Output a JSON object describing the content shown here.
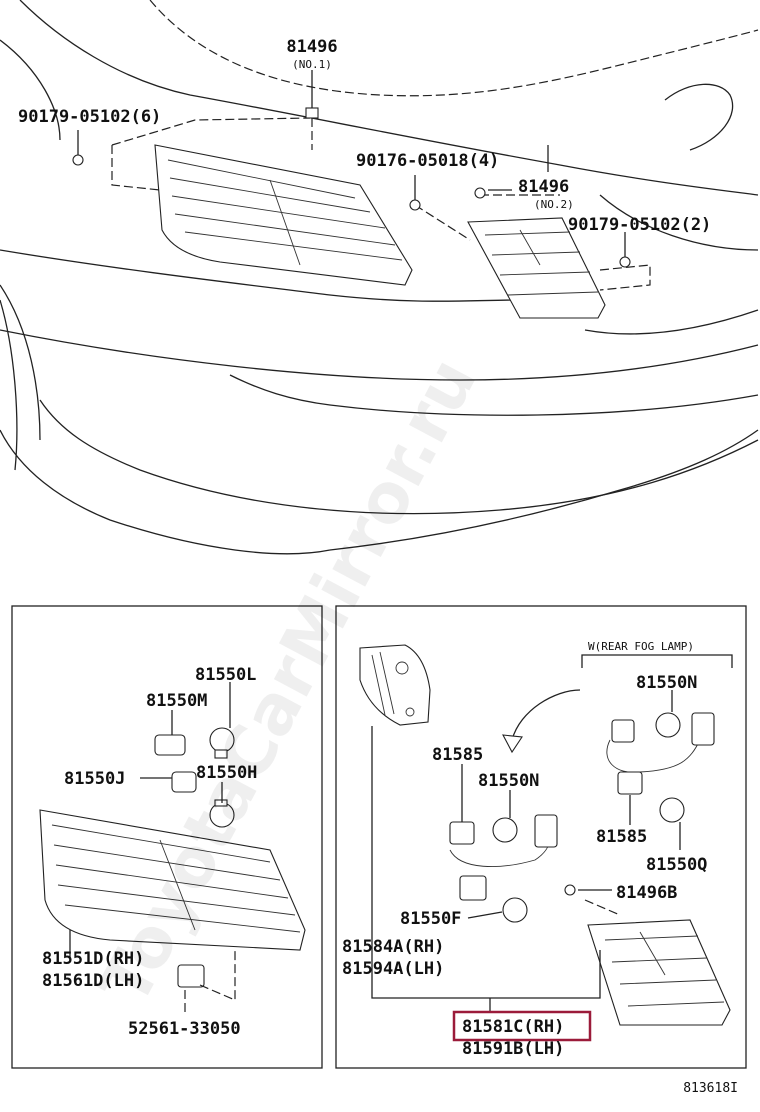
{
  "diagram_id": "813618I",
  "watermark": "ToyotaCarMirror.ru",
  "top": {
    "labels": {
      "p81496_top": "81496",
      "p81496_no1": "(NO.1)",
      "p90179_left": "90179-05102(6)",
      "p90176": "90176-05018(4)",
      "p81496_mid": "81496",
      "p81496_no2": "(NO.2)",
      "p90179_right": "90179-05102(2)"
    }
  },
  "left_box": {
    "labels": {
      "p81550L": "81550L",
      "p81550M": "81550M",
      "p81550J": "81550J",
      "p81550H": "81550H",
      "p81551D": "81551D(RH)",
      "p81561D": "81561D(LH)",
      "p52561": "52561-33050"
    }
  },
  "right_box": {
    "labels": {
      "fog_note": "W(REAR FOG LAMP)",
      "p81550N_top": "81550N",
      "p81585_left": "81585",
      "p81550N_mid": "81550N",
      "p81585_right": "81585",
      "p81550Q": "81550Q",
      "p81496B": "81496B",
      "p81550F": "81550F",
      "p81584A": "81584A(RH)",
      "p81594A": "81594A(LH)",
      "p81581C": "81581C(RH)",
      "p81591B": "81591B(LH)"
    },
    "highlight_color": "#9b1b3a"
  }
}
